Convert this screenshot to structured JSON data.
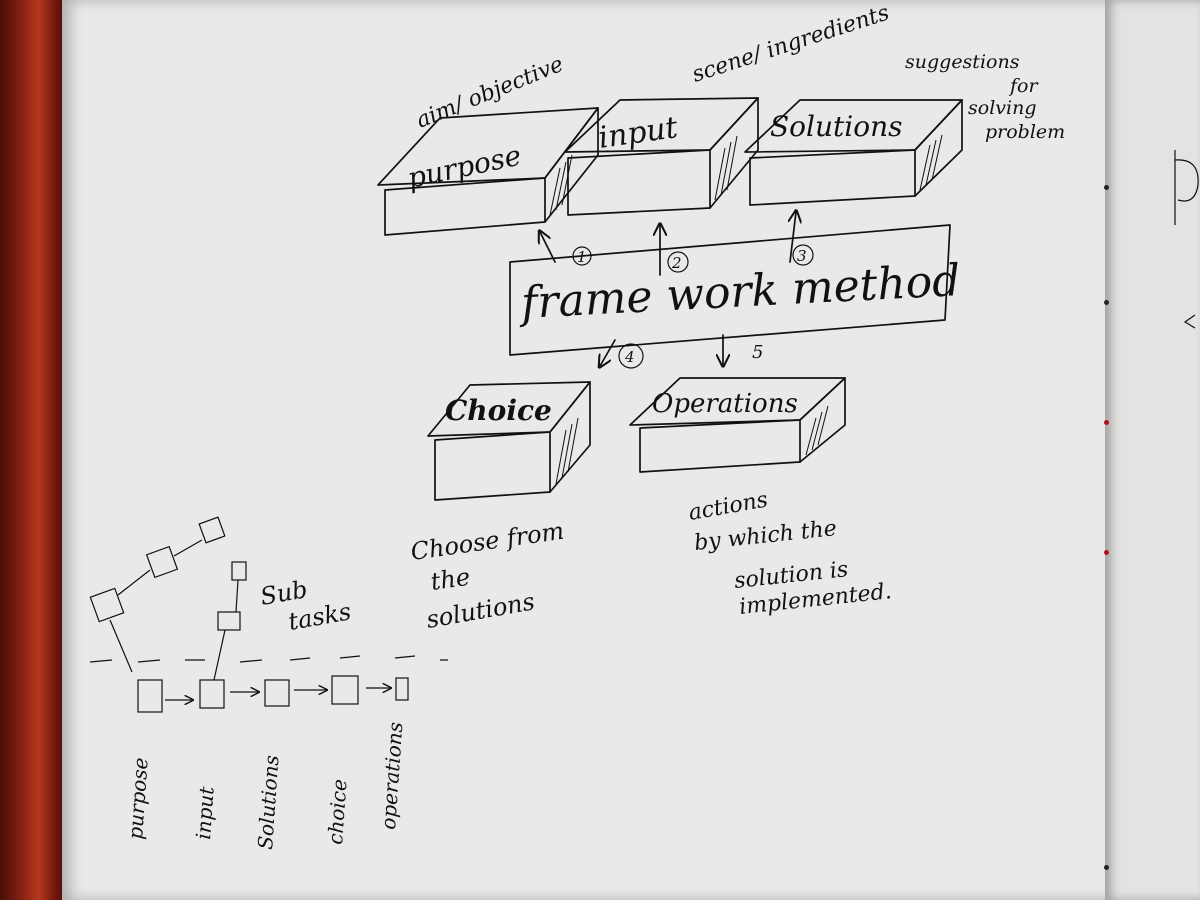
{
  "diagram": {
    "top_boxes": [
      {
        "label": "purpose",
        "note": "aim/ objective"
      },
      {
        "label": "input",
        "note": "scene/ ingredients"
      },
      {
        "label": "Solutions",
        "note_lines": [
          "suggestions",
          "for",
          "solving",
          "problem"
        ]
      }
    ],
    "center": {
      "label": "frame work method"
    },
    "arrow_numbers": [
      "1",
      "2",
      "3",
      "4",
      "5"
    ],
    "bottom_boxes": [
      {
        "label": "Choice",
        "note_lines": [
          "Choose from",
          "the",
          "solutions"
        ]
      },
      {
        "label": "Operations",
        "note_lines": [
          "actions",
          "by which the",
          "solution is",
          "implemented."
        ]
      }
    ],
    "subtasks_label_lines": [
      "Sub",
      "tasks"
    ],
    "flow_labels": [
      "purpose",
      "input",
      "Solutions",
      "choice",
      "operations"
    ]
  },
  "colors": {
    "paper": "#e9e9e7",
    "ink": "#111111",
    "cover": "#8d2415"
  }
}
